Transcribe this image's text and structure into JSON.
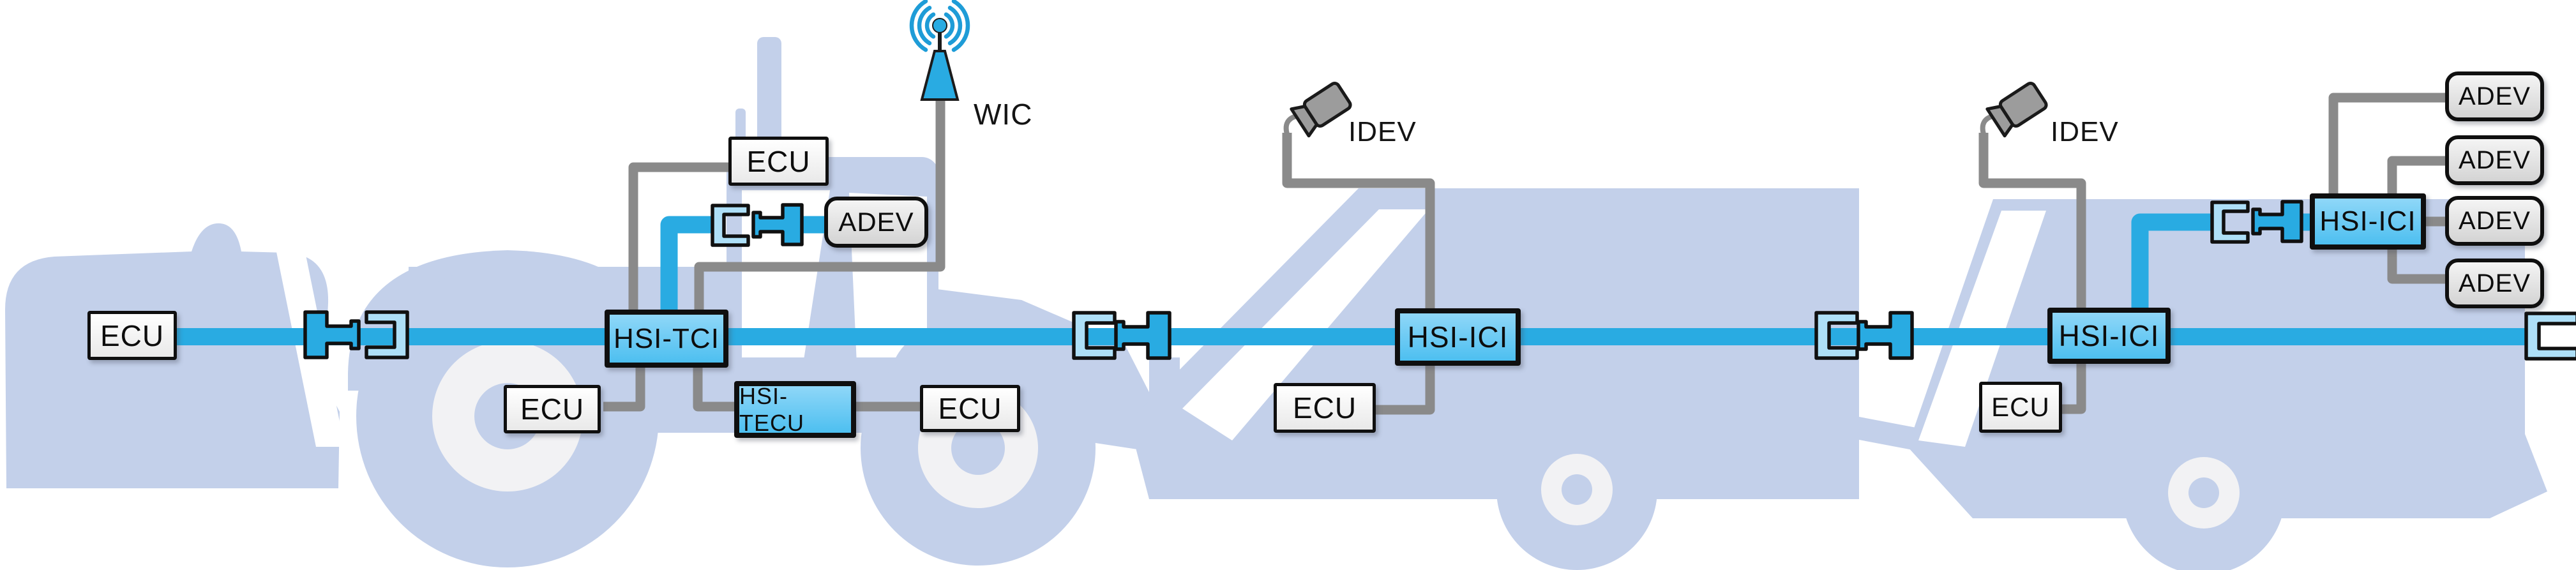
{
  "figure_type": "vehicle-network-topology-diagram",
  "colors": {
    "backbone_blue": "#29ABE2",
    "socket_fill_blue": "#AEDFF7",
    "hsi_box_blue": "#5FC6F2",
    "wire_gray": "#8A8A8A",
    "vehicle_silhouette": "#C3D0EA",
    "ecu_box_fill": "#F5F5F5",
    "adev_box_fill": "#DFDFDF",
    "outline_black": "#101010"
  },
  "icons": {
    "wic_icon": "wireless-antenna",
    "idev_icon": "surveillance-camera",
    "plug_icon": "bus-inline-plug",
    "socket_icon": "bus-inline-socket"
  },
  "labels": {
    "wic": "WIC",
    "idev_trailer1": "IDEV",
    "idev_trailer2": "IDEV"
  },
  "nodes": {
    "ecu_front": {
      "label": "ECU"
    },
    "hsi_tci": {
      "label": "HSI-TCI"
    },
    "ecu_cab": {
      "label": "ECU"
    },
    "adev_tractor": {
      "label": "ADEV"
    },
    "ecu_tractor_left": {
      "label": "ECU"
    },
    "hsi_tecu": {
      "label": "HSI-TECU"
    },
    "ecu_tractor_right": {
      "label": "ECU"
    },
    "ecu_trailer1": {
      "label": "ECU"
    },
    "hsi_ici_trailer1": {
      "label": "HSI-ICI"
    },
    "ecu_trailer2": {
      "label": "ECU"
    },
    "hsi_ici_trailer2": {
      "label": "HSI-ICI"
    },
    "hsi_ici_adev_branch": {
      "label": "HSI-ICI"
    },
    "adev_1": {
      "label": "ADEV"
    },
    "adev_2": {
      "label": "ADEV"
    },
    "adev_3": {
      "label": "ADEV"
    },
    "adev_4": {
      "label": "ADEV"
    }
  },
  "connections": [
    {
      "from": "ecu_front",
      "to": "hsi_tci",
      "via": "blue backbone + inline connector pair"
    },
    {
      "from": "wic",
      "to": "hsi_tci",
      "via": "gray wire"
    },
    {
      "from": "ecu_cab",
      "to": "hsi_tci",
      "via": "gray wire"
    },
    {
      "from": "adev_tractor",
      "to": "hsi_tci",
      "via": "blue branch + inline connector pair"
    },
    {
      "from": "ecu_tractor_left",
      "to": "hsi_tci",
      "via": "gray wire"
    },
    {
      "from": "hsi_tecu",
      "to": "hsi_tci",
      "via": "gray wire"
    },
    {
      "from": "ecu_tractor_right",
      "to": "hsi_tecu",
      "via": "gray wire"
    },
    {
      "from": "hsi_tci",
      "to": "hsi_ici_trailer1",
      "via": "blue backbone + inline connector pair"
    },
    {
      "from": "idev_trailer1",
      "to": "hsi_ici_trailer1",
      "via": "gray wire"
    },
    {
      "from": "ecu_trailer1",
      "to": "hsi_ici_trailer1",
      "via": "gray wire"
    },
    {
      "from": "hsi_ici_trailer1",
      "to": "hsi_ici_trailer2",
      "via": "blue backbone + inline connector pair"
    },
    {
      "from": "idev_trailer2",
      "to": "hsi_ici_trailer2",
      "via": "gray wire"
    },
    {
      "from": "ecu_trailer2",
      "to": "hsi_ici_trailer2",
      "via": "gray wire"
    },
    {
      "from": "hsi_ici_trailer2",
      "to": "hsi_ici_adev_branch",
      "via": "blue branch + inline connector pair"
    },
    {
      "from": "adev_1",
      "to": "hsi_ici_adev_branch",
      "via": "gray wire"
    },
    {
      "from": "adev_2",
      "to": "hsi_ici_adev_branch",
      "via": "gray wire"
    },
    {
      "from": "adev_3",
      "to": "hsi_ici_adev_branch",
      "via": "gray wire"
    },
    {
      "from": "adev_4",
      "to": "hsi_ici_adev_branch",
      "via": "gray wire"
    },
    {
      "from": "hsi_ici_trailer2",
      "to": "open_socket_at_right_edge",
      "via": "blue backbone"
    }
  ]
}
